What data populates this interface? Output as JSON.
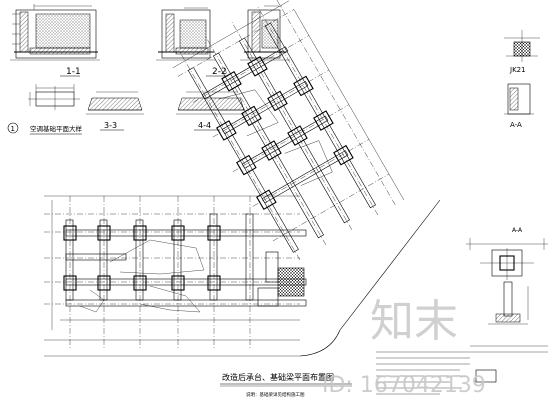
{
  "sections": {
    "s1": "1-1",
    "s2": "2-2",
    "s3": "3-3",
    "s4": "4-4",
    "jk": "JK21",
    "aa": "A-A"
  },
  "detail_title": "空调基础平面大样",
  "detail_marker": "1",
  "plan": {
    "title": "改造后承台、基础梁平面布置图",
    "scale_note": "说明：基础梁详见结构施工图"
  },
  "watermark": {
    "brand": "知末",
    "id_text": "ID: 167042139"
  },
  "colors": {
    "ink": "#000000",
    "watermark": "#c8c8c8",
    "paper": "#ffffff"
  }
}
